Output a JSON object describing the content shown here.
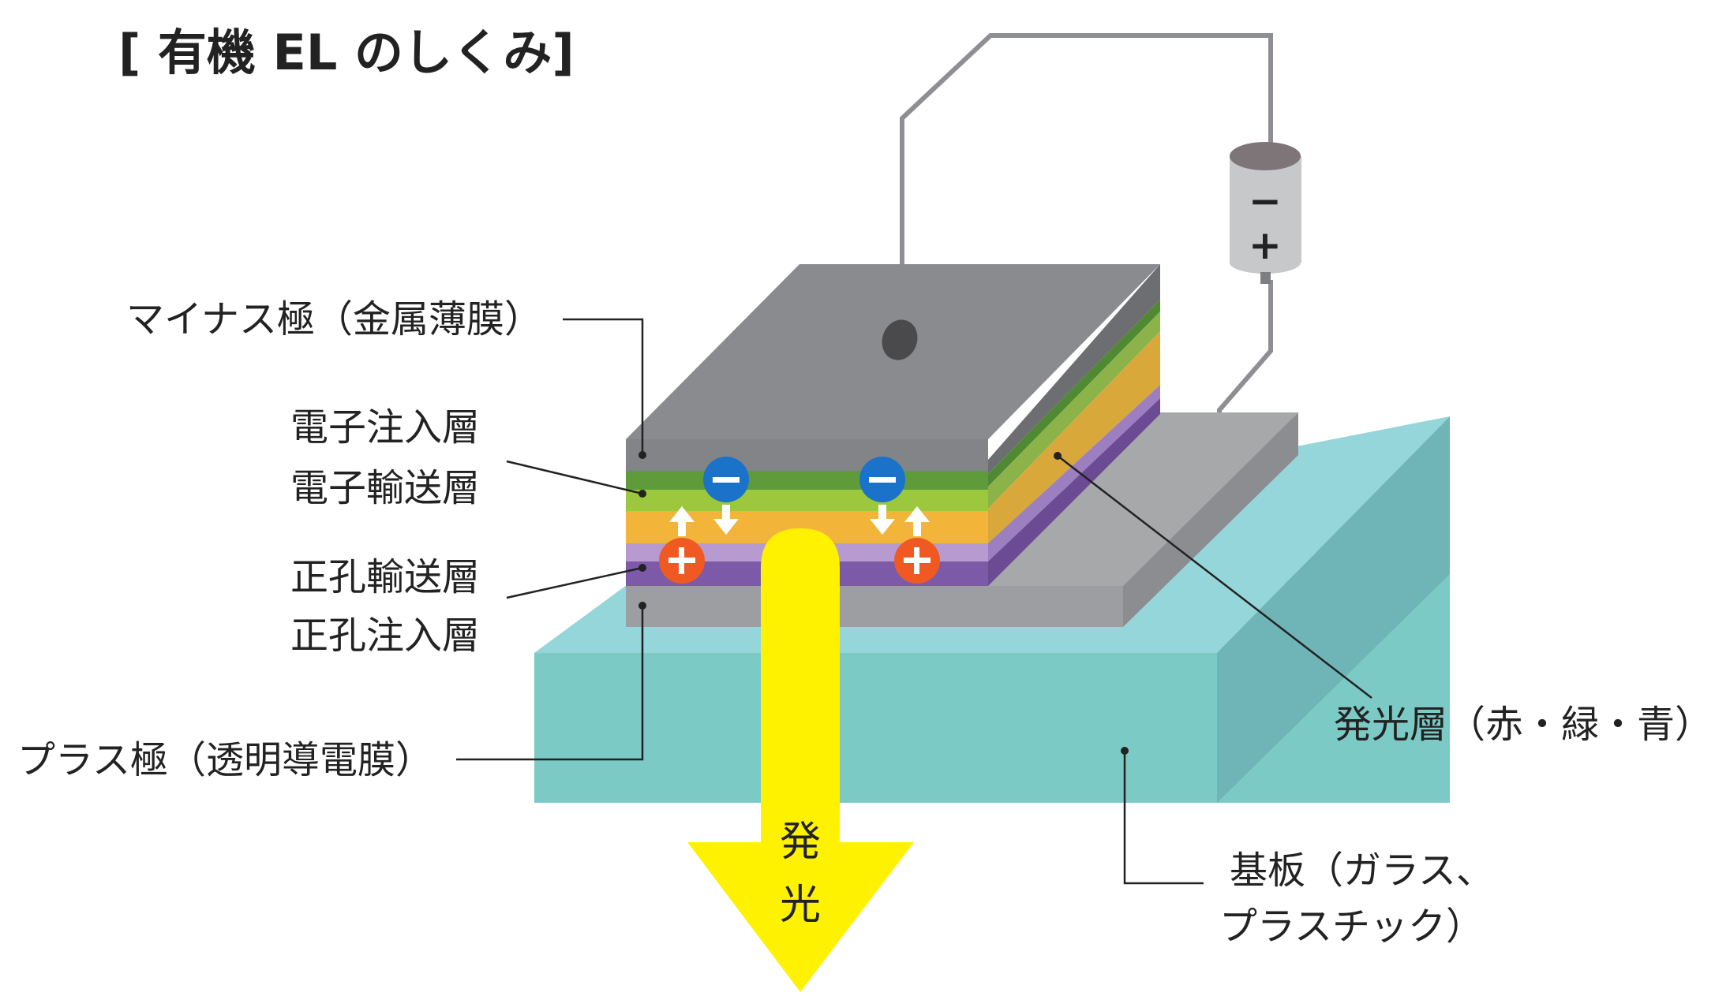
{
  "title": "[ 有機 EL のしくみ]",
  "labels": {
    "cathode": "マイナス極（金属薄膜）",
    "electron_injection": "電子注入層",
    "electron_transport": "電子輸送層",
    "hole_transport": "正孔輸送層",
    "hole_injection": "正孔注入層",
    "anode": "プラス極（透明導電膜）",
    "emissive": "発光層（赤・緑・青）",
    "substrate_line1": "基板（ガラス、",
    "substrate_line2": "プラスチック）"
  },
  "light_arrow": {
    "char1": "発",
    "char2": "光"
  },
  "battery": {
    "minus": "−",
    "plus": "+"
  },
  "carriers": {
    "electron_sign": "−",
    "hole_sign": "+"
  },
  "colors": {
    "cathode": "#8a8b8e",
    "electron_injection": "#5f9b3a",
    "electron_transport": "#9bc83c",
    "emissive": "#f3b43a",
    "hole_transport": "#b79ad0",
    "hole_injection": "#7d5aa7",
    "anode": "#a7a8aa",
    "substrate": "#7ccac6",
    "light": "#fff200",
    "electron": "#1a73c8",
    "hole": "#f05a22"
  }
}
